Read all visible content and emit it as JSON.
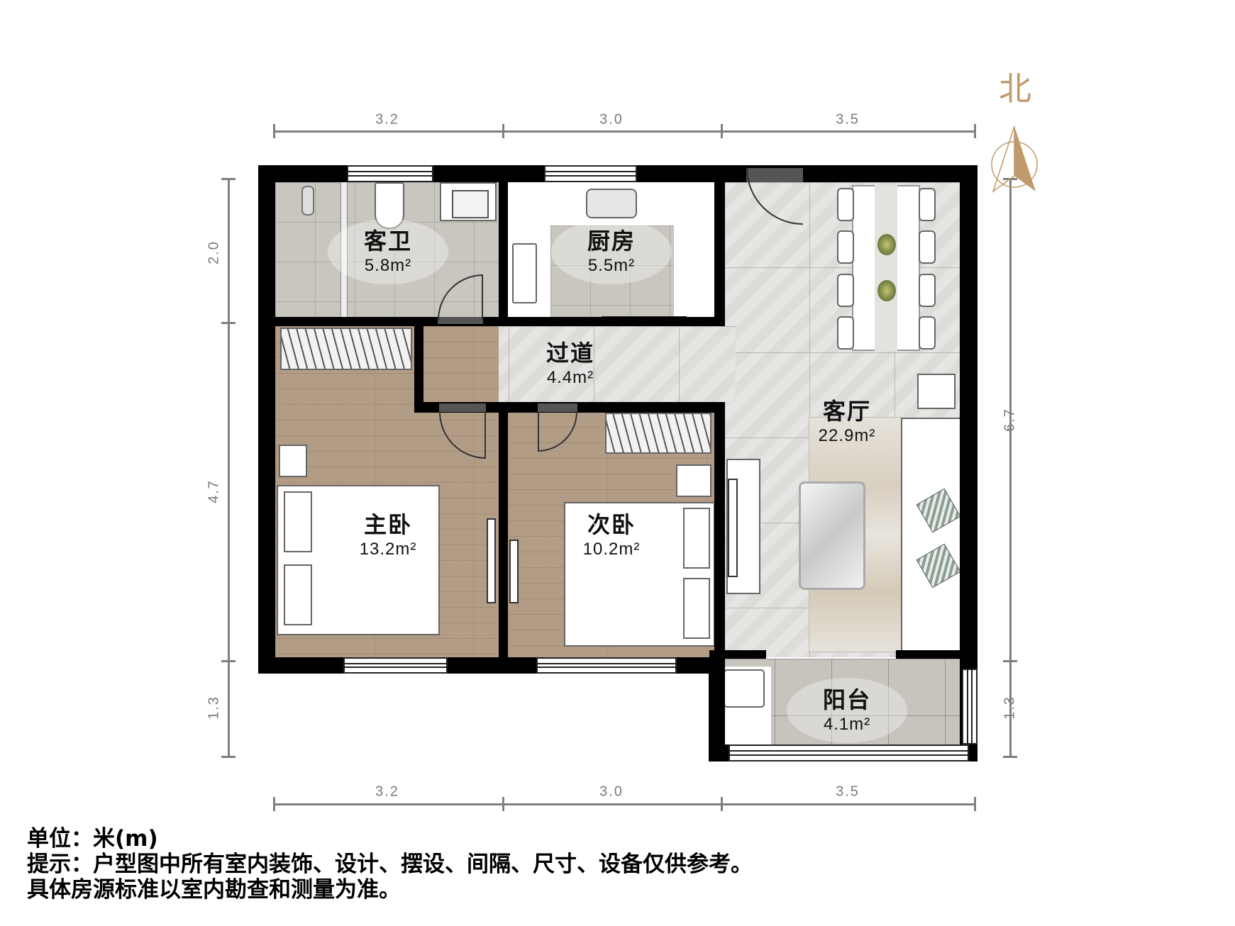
{
  "compass": {
    "label": "北",
    "color": "#c09a6b"
  },
  "dimensions": {
    "top": [
      "3.2",
      "3.0",
      "3.5"
    ],
    "bottom": [
      "3.2",
      "3.0",
      "3.5"
    ],
    "left": [
      "2.0",
      "4.7",
      "1.3"
    ],
    "right": [
      "6.7",
      "1.3"
    ],
    "line_color": "#7f7f7f"
  },
  "rooms": [
    {
      "id": "guest-bathroom",
      "name": "客卫",
      "area": "5.8m²"
    },
    {
      "id": "kitchen",
      "name": "厨房",
      "area": "5.5m²"
    },
    {
      "id": "corridor",
      "name": "过道",
      "area": "4.4m²"
    },
    {
      "id": "living-room",
      "name": "客厅",
      "area": "22.9m²"
    },
    {
      "id": "master-bedroom",
      "name": "主卧",
      "area": "13.2m²"
    },
    {
      "id": "second-bedroom",
      "name": "次卧",
      "area": "10.2m²"
    },
    {
      "id": "balcony",
      "name": "阳台",
      "area": "4.1m²"
    }
  ],
  "notes": {
    "unit": "单位：米(m)",
    "disclaimer": "提示：户型图中所有室内装饰、设计、摆设、间隔、尺寸、设备仅供参考。",
    "disclaimer2": "具体房源标准以室内勘查和测量为准。"
  },
  "colors": {
    "wall": "#000000",
    "wood_floor": "#b39c85",
    "marble_floor": "#dddcd9",
    "tile_floor": "#c9c6bf"
  }
}
